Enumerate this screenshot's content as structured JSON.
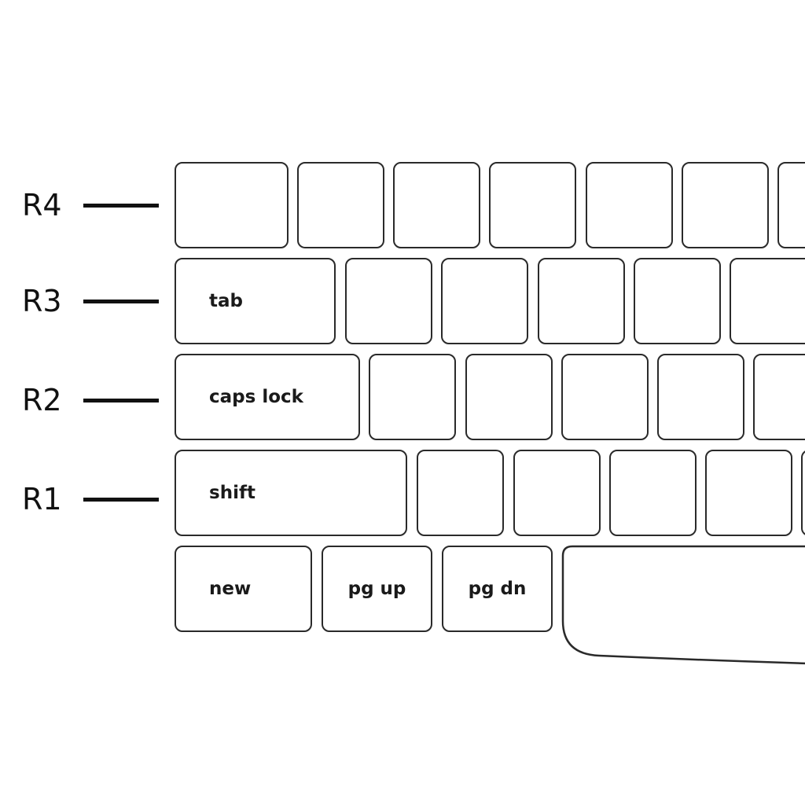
{
  "row_labels": [
    "R4",
    "R3",
    "R2",
    "R1"
  ],
  "keys": {
    "tab": "tab",
    "caps_lock": "caps lock",
    "shift": "shift",
    "new": "new",
    "pg_up": "pg up",
    "pg_dn": "pg dn"
  },
  "colors": {
    "outline": "#2a2a2a",
    "text": "#111111",
    "background": "#ffffff"
  }
}
